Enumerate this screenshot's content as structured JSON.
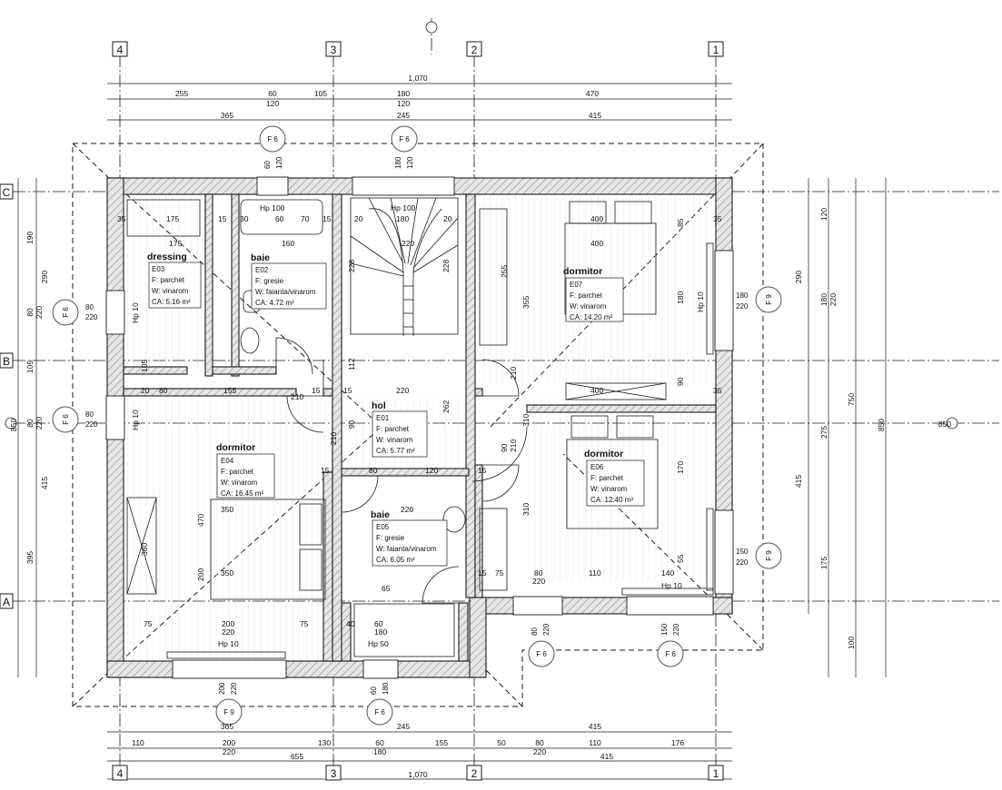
{
  "grid": {
    "columns": [
      "4",
      "3",
      "2",
      "1"
    ],
    "rows": [
      "C",
      "B",
      "A"
    ]
  },
  "dimensions": {
    "top": {
      "overall": "1,070",
      "row1": [
        "255",
        "60",
        "105",
        "180",
        "470"
      ],
      "row1_sub": [
        "120",
        "120"
      ],
      "row2": [
        "365",
        "245",
        "415"
      ]
    },
    "bottom": {
      "row1": [
        "365",
        "245",
        "415"
      ],
      "row2": [
        "110",
        "200",
        "130",
        "60",
        "155",
        "50",
        "80",
        "110",
        "176"
      ],
      "row2_sub": [
        "220",
        "180",
        "220"
      ],
      "row3": [
        "655",
        "415"
      ],
      "overall": "1,070"
    },
    "left": {
      "outer": [
        "190",
        "290",
        "105",
        "415",
        "395"
      ],
      "inner": [
        "80",
        "220",
        "80",
        "220"
      ],
      "overall": "850"
    },
    "right": {
      "segments": [
        "120",
        "180",
        "275",
        "415",
        "175",
        "100"
      ],
      "sub": [
        "220",
        "290"
      ],
      "mid": "750",
      "overall": "850"
    },
    "interior": [
      "35",
      "175",
      "15",
      "30",
      "60",
      "70",
      "15",
      "20",
      "180",
      "20",
      "400",
      "35",
      "175",
      "160",
      "220",
      "228",
      "228",
      "255",
      "355",
      "400",
      "85",
      "90",
      "180",
      "210",
      "105",
      "20",
      "80",
      "155",
      "15",
      "210",
      "220",
      "15",
      "112",
      "262",
      "400",
      "35",
      "90",
      "90",
      "210",
      "210",
      "170",
      "15",
      "80",
      "120",
      "220",
      "310",
      "470",
      "350",
      "350",
      "360",
      "200",
      "220",
      "75",
      "75",
      "40",
      "60",
      "180",
      "15",
      "80",
      "110",
      "140",
      "220",
      "310",
      "15",
      "75",
      "55",
      "200",
      "65"
    ]
  },
  "windows": [
    {
      "id": "F 6",
      "sizes": [
        "60",
        "120"
      ]
    },
    {
      "id": "F 6",
      "sizes": [
        "180",
        "120"
      ]
    },
    {
      "id": "F 6",
      "sizes": [
        "80",
        "220"
      ]
    },
    {
      "id": "F 6",
      "sizes": [
        "80",
        "220"
      ]
    },
    {
      "id": "F 9",
      "sizes": [
        "180",
        "220"
      ]
    },
    {
      "id": "F 9",
      "sizes": [
        "150",
        "220"
      ]
    },
    {
      "id": "F 6",
      "sizes": [
        "80",
        "220"
      ]
    },
    {
      "id": "F 6",
      "sizes": [
        "150",
        "220"
      ]
    },
    {
      "id": "F 9",
      "sizes": [
        "200",
        "220"
      ]
    },
    {
      "id": "F 6",
      "sizes": [
        "60",
        "180"
      ]
    }
  ],
  "labels": {
    "hp100_a": "Hp 100",
    "hp100_b": "Hp 100",
    "hp10": "Hp 10",
    "hp50": "Hp 50",
    "level_left": "850",
    "level_right": "850"
  },
  "rooms": [
    {
      "name": "dressing",
      "code": "E03",
      "floor": "F:   parchet",
      "walls": "W:  vinarom",
      "area": "CA: 5.16 m²"
    },
    {
      "name": "baie",
      "code": "E02",
      "floor": "F:        gresie",
      "walls": "W: faianta/vinarom",
      "area": "CA:       4.72 m²"
    },
    {
      "name": "dormitor",
      "code": "E07",
      "floor": "F:     parchet",
      "walls": "W:     vinarom",
      "area": "CA: 14.20 m²"
    },
    {
      "name": "hol",
      "code": "E01",
      "floor": "F:    parchet",
      "walls": "W:    vinarom",
      "area": "CA: 5.77 m²"
    },
    {
      "name": "dormitor",
      "code": "E04",
      "floor": "F:     parchet",
      "walls": "W:     vinarom",
      "area": "CA: 16.45 m²"
    },
    {
      "name": "dormitor",
      "code": "E06",
      "floor": "F:     parchet",
      "walls": "W:     vinarom",
      "area": "CA: 12.40 m²"
    },
    {
      "name": "baie",
      "code": "E05",
      "floor": "F:           gresie",
      "walls": "W: faianta/vinarom",
      "area": "CA:          6.05 m²"
    }
  ],
  "colors": {
    "line": "#1a1a1a",
    "wall_fill": "#d9d9d9",
    "hatch": "#777777"
  }
}
